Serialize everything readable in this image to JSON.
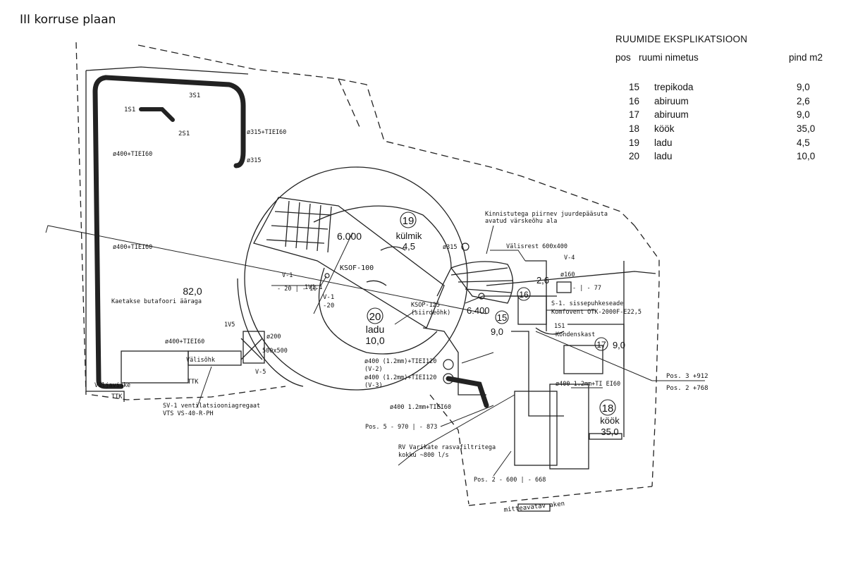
{
  "title": "III korruse plaan",
  "legend": {
    "title": "RUUMIDE EKSPLIKATSIOON",
    "headers": {
      "pos": "pos",
      "name": "ruumi nimetus",
      "area": "pind m2"
    },
    "rows": [
      {
        "pos": "15",
        "name": "trepikoda",
        "area": "9,0"
      },
      {
        "pos": "16",
        "name": "abiruum",
        "area": "2,6"
      },
      {
        "pos": "17",
        "name": "abiruum",
        "area": "9,0"
      },
      {
        "pos": "18",
        "name": "köök",
        "area": "35,0"
      },
      {
        "pos": "19",
        "name": "ladu",
        "area": "4,5"
      },
      {
        "pos": "20",
        "name": "ladu",
        "area": "10,0"
      }
    ]
  },
  "rooms": {
    "r19": {
      "num": "19",
      "name": "külmik",
      "area": "4,5"
    },
    "r20": {
      "num": "20",
      "name": "ladu",
      "area": "10,0"
    },
    "r18": {
      "num": "18",
      "name": "köök",
      "area": "35,0"
    },
    "r15": {
      "num": "15"
    },
    "r16": {
      "num": "16",
      "area": "2,6"
    },
    "r17": {
      "num": "17",
      "area": "9,0"
    },
    "main_area": "82,0",
    "stair_area": "9,0"
  },
  "annotations": {
    "s1_1": "1S1",
    "s1_2": "2S1",
    "s1_3": "3S1",
    "d315_tie": "ø315+TIEI60",
    "d315": "ø315",
    "d400_a": "ø400+TIEI60",
    "d400_b": "ø400+TIEI60",
    "d400_c": "ø400+TIEI60",
    "kaetakse": "Kaetakse butafoori ääraga",
    "v1_1": "1V1.1",
    "v1": "V-1",
    "v1_box1": "V-1",
    "v1_box2": "-20",
    "lvl_20_16": "- 20 | - 16",
    "ksof": "KSOF-100",
    "ksop": "KSOP-125",
    "siirde": "(siirdeõhk)",
    "h6000": "6.000",
    "h6400": "6.400",
    "kinnistu1": "Kinnistutega piirnev juurdepääsuta",
    "kinnistu2": "avatud värskeõhu ala",
    "valisrest": "Välisrest 600x400",
    "v4": "V-4",
    "d160": "ø160",
    "lvl_77": "- | - 77",
    "s1_label": "S-1. sissepuhkeseade",
    "komfovent": "Komfovent OTK-2000F-E22,5",
    "one_s1": "1S1",
    "kondensaat": "Kondenskast",
    "pos3": "Pos. 3  +912",
    "pos2": "Pos. 2  +768",
    "d400_12_1": "ø400 (1.2mm)+TIEI120",
    "v2": "(V-2)",
    "d400_12_2": "ø400 (1.2mm)+TIEI120",
    "v3": "(V-3)",
    "d400_12_tiei60": "ø400 1.2mm+TI EI60",
    "d400_12_tie60b": "ø400 1.2mm+TIEI60",
    "pos5": "Pos. 5  - 970 | - 873",
    "rv1": "RV Varikate rasvafiltritega",
    "rv2": "kokku ~800 l/s",
    "pos2b": "Pos. 2  - 600 | - 668",
    "mitteavatav": "mitteavatav aken",
    "one_v5": "1V5",
    "d200": "ø200",
    "s500": "500x500",
    "v5": "V-5",
    "valisohk": "Välisõhk",
    "ttk1": "TTK",
    "ttk2": "TTK",
    "valjaviske": "Väljaviske",
    "sv1": "SV-1 ventilatsiooniagregaat",
    "vts": "VTS VS-40-R-PH"
  }
}
